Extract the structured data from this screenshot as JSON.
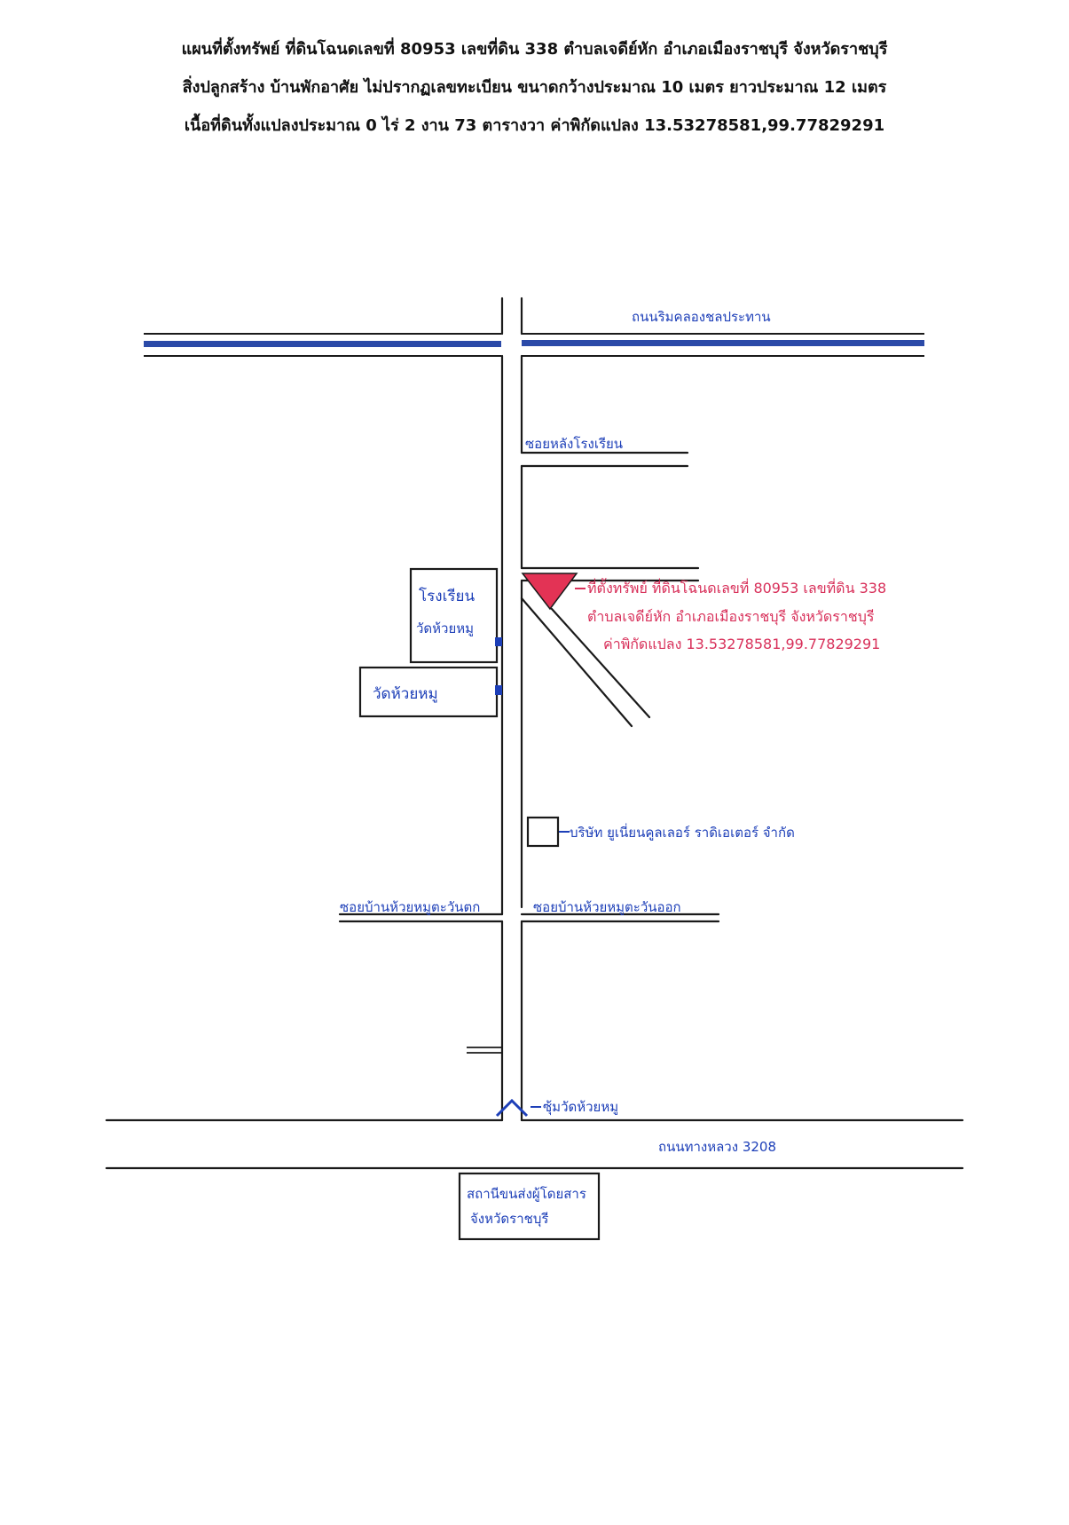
{
  "header": {
    "line1": "แผนที่ตั้งทรัพย์ ที่ดินโฉนดเลขที่ 80953 เลขที่ดิน 338 ตำบลเจดีย์หัก อำเภอเมืองราชบุรี จังหวัดราชบุรี",
    "line2": "สิ่งปลูกสร้าง บ้านพักอาศัย ไม่ปรากฏเลขทะเบียน ขนาดกว้างประมาณ 10 เมตร ยาวประมาณ 12 เมตร",
    "line3": "เนื้อที่ดินทั้งแปลงประมาณ 0 ไร่ 2 งาน 73 ตารางวา ค่าพิกัดแปลง 13.53278581,99.77829291"
  },
  "map": {
    "labels": {
      "canal_road": "ถนนริมคลองชลประทาน",
      "soi_behind_school": "ซอยหลังโรงเรียน",
      "school_name_1": "โรงเรียน",
      "school_name_2": "วัดห้วยหมู",
      "temple": "วัดห้วยหมู",
      "property_line1": "ที่ตั้งทรัพย์ ที่ดินโฉนดเลขที่ 80953 เลขที่ดิน 338",
      "property_line2": "ตำบลเจดีย์หัก อำเภอเมืองราชบุรี จังหวัดราชบุรี",
      "property_line3": "ค่าพิกัดแปลง 13.53278581,99.77829291",
      "company": "บริษัท ยูเนี่ยนคูลเลอร์ ราดิเอเตอร์ จำกัด",
      "soi_west": "ซอยบ้านห้วยหมูตะวันตก",
      "soi_east": "ซอยบ้านห้วยหมูตะวันออก",
      "arch": "ซุ้มวัดห้วยหมู",
      "highway": "ถนนทางหลวง 3208",
      "station_line1": "สถานีขนส่งผู้โดยสาร",
      "station_line2": "จังหวัดราชบุรี"
    },
    "colors": {
      "canal": "#2b4aa8",
      "property": "#e33355",
      "ink": "#1a1a1a",
      "blue_text": "#1d3fb8",
      "red_text": "#d8305a"
    }
  }
}
